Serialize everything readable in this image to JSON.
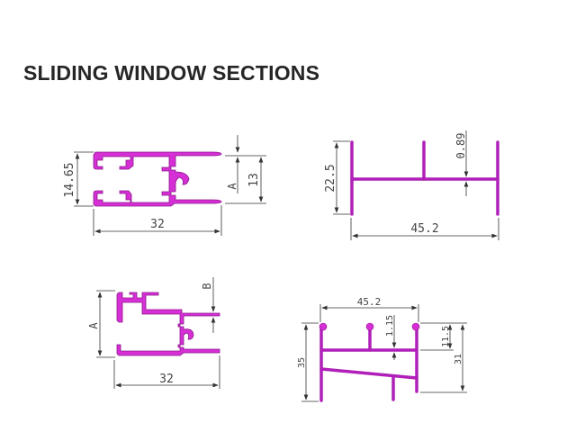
{
  "title": "SLIDING WINDOW SECTIONS",
  "colors": {
    "profile": "#d62fd6",
    "profile_outline": "#8a1a8a",
    "dimension": "#333333",
    "title": "#262626"
  },
  "sections": [
    {
      "id": "section-1",
      "dims": {
        "height_left": "14.65",
        "height_right": "13",
        "width": "32",
        "label": "A"
      }
    },
    {
      "id": "section-2",
      "dims": {
        "height": "22.5",
        "thickness": "0.89",
        "width": "45.2"
      }
    },
    {
      "id": "section-3",
      "dims": {
        "height_label": "A",
        "offset_label": "B",
        "width": "32"
      }
    },
    {
      "id": "section-4",
      "dims": {
        "width": "45.2",
        "thickness": "1.15",
        "height_total": "35",
        "height_upper": "11.5",
        "height_right": "31"
      }
    }
  ]
}
